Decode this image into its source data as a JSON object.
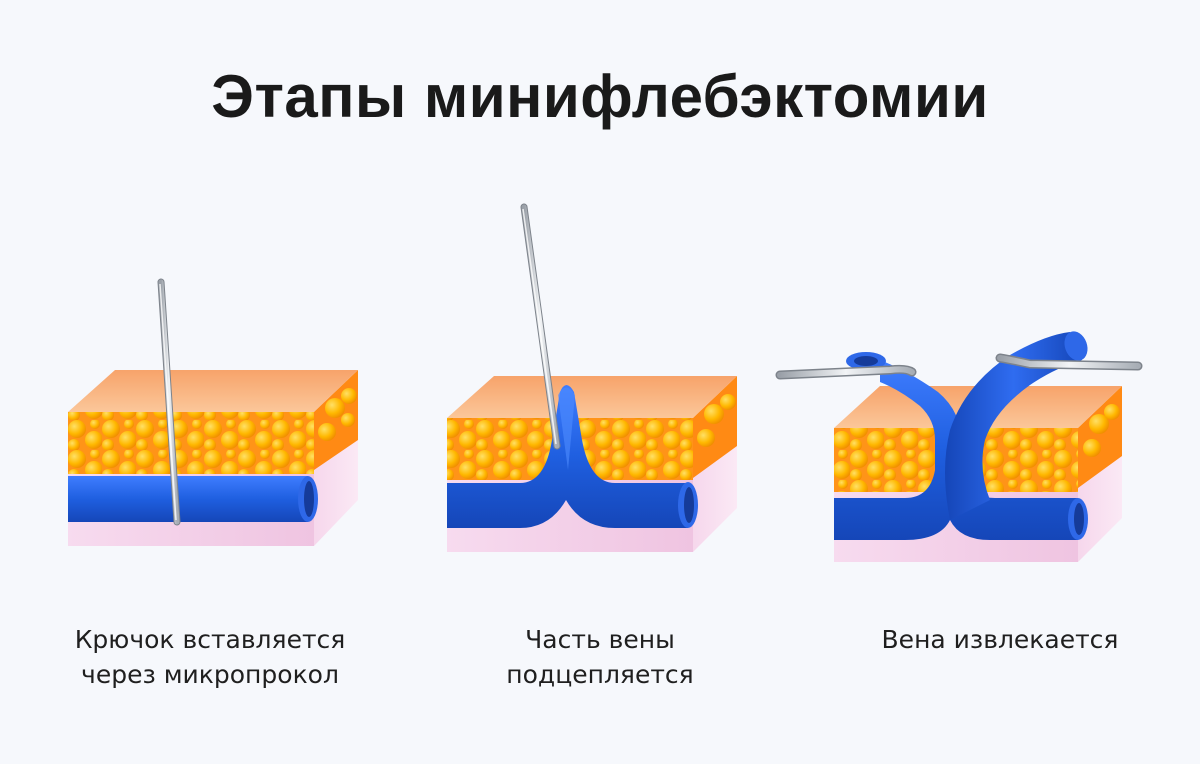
{
  "title": "Этапы минифлебэктомии",
  "steps": [
    {
      "line1": "Крючок вставляется",
      "line2": "через микропрокол"
    },
    {
      "line1": "Часть вены",
      "line2": "подцепляется"
    },
    {
      "line1": "Вена извлекается",
      "line2": ""
    }
  ],
  "colors": {
    "background": "#f6f8fc",
    "skin_top": "#f8a66c",
    "fat": "#ffb400",
    "dermis": "#f3cfe6",
    "vein": "#1f5fe0",
    "vein_light": "#4f8cff",
    "hook": "#d6d9de",
    "title": "#1a1a1a"
  },
  "icons": [
    "skin-block-illustration",
    "hook-instrument",
    "vein-vessel",
    "fat-lobules"
  ]
}
